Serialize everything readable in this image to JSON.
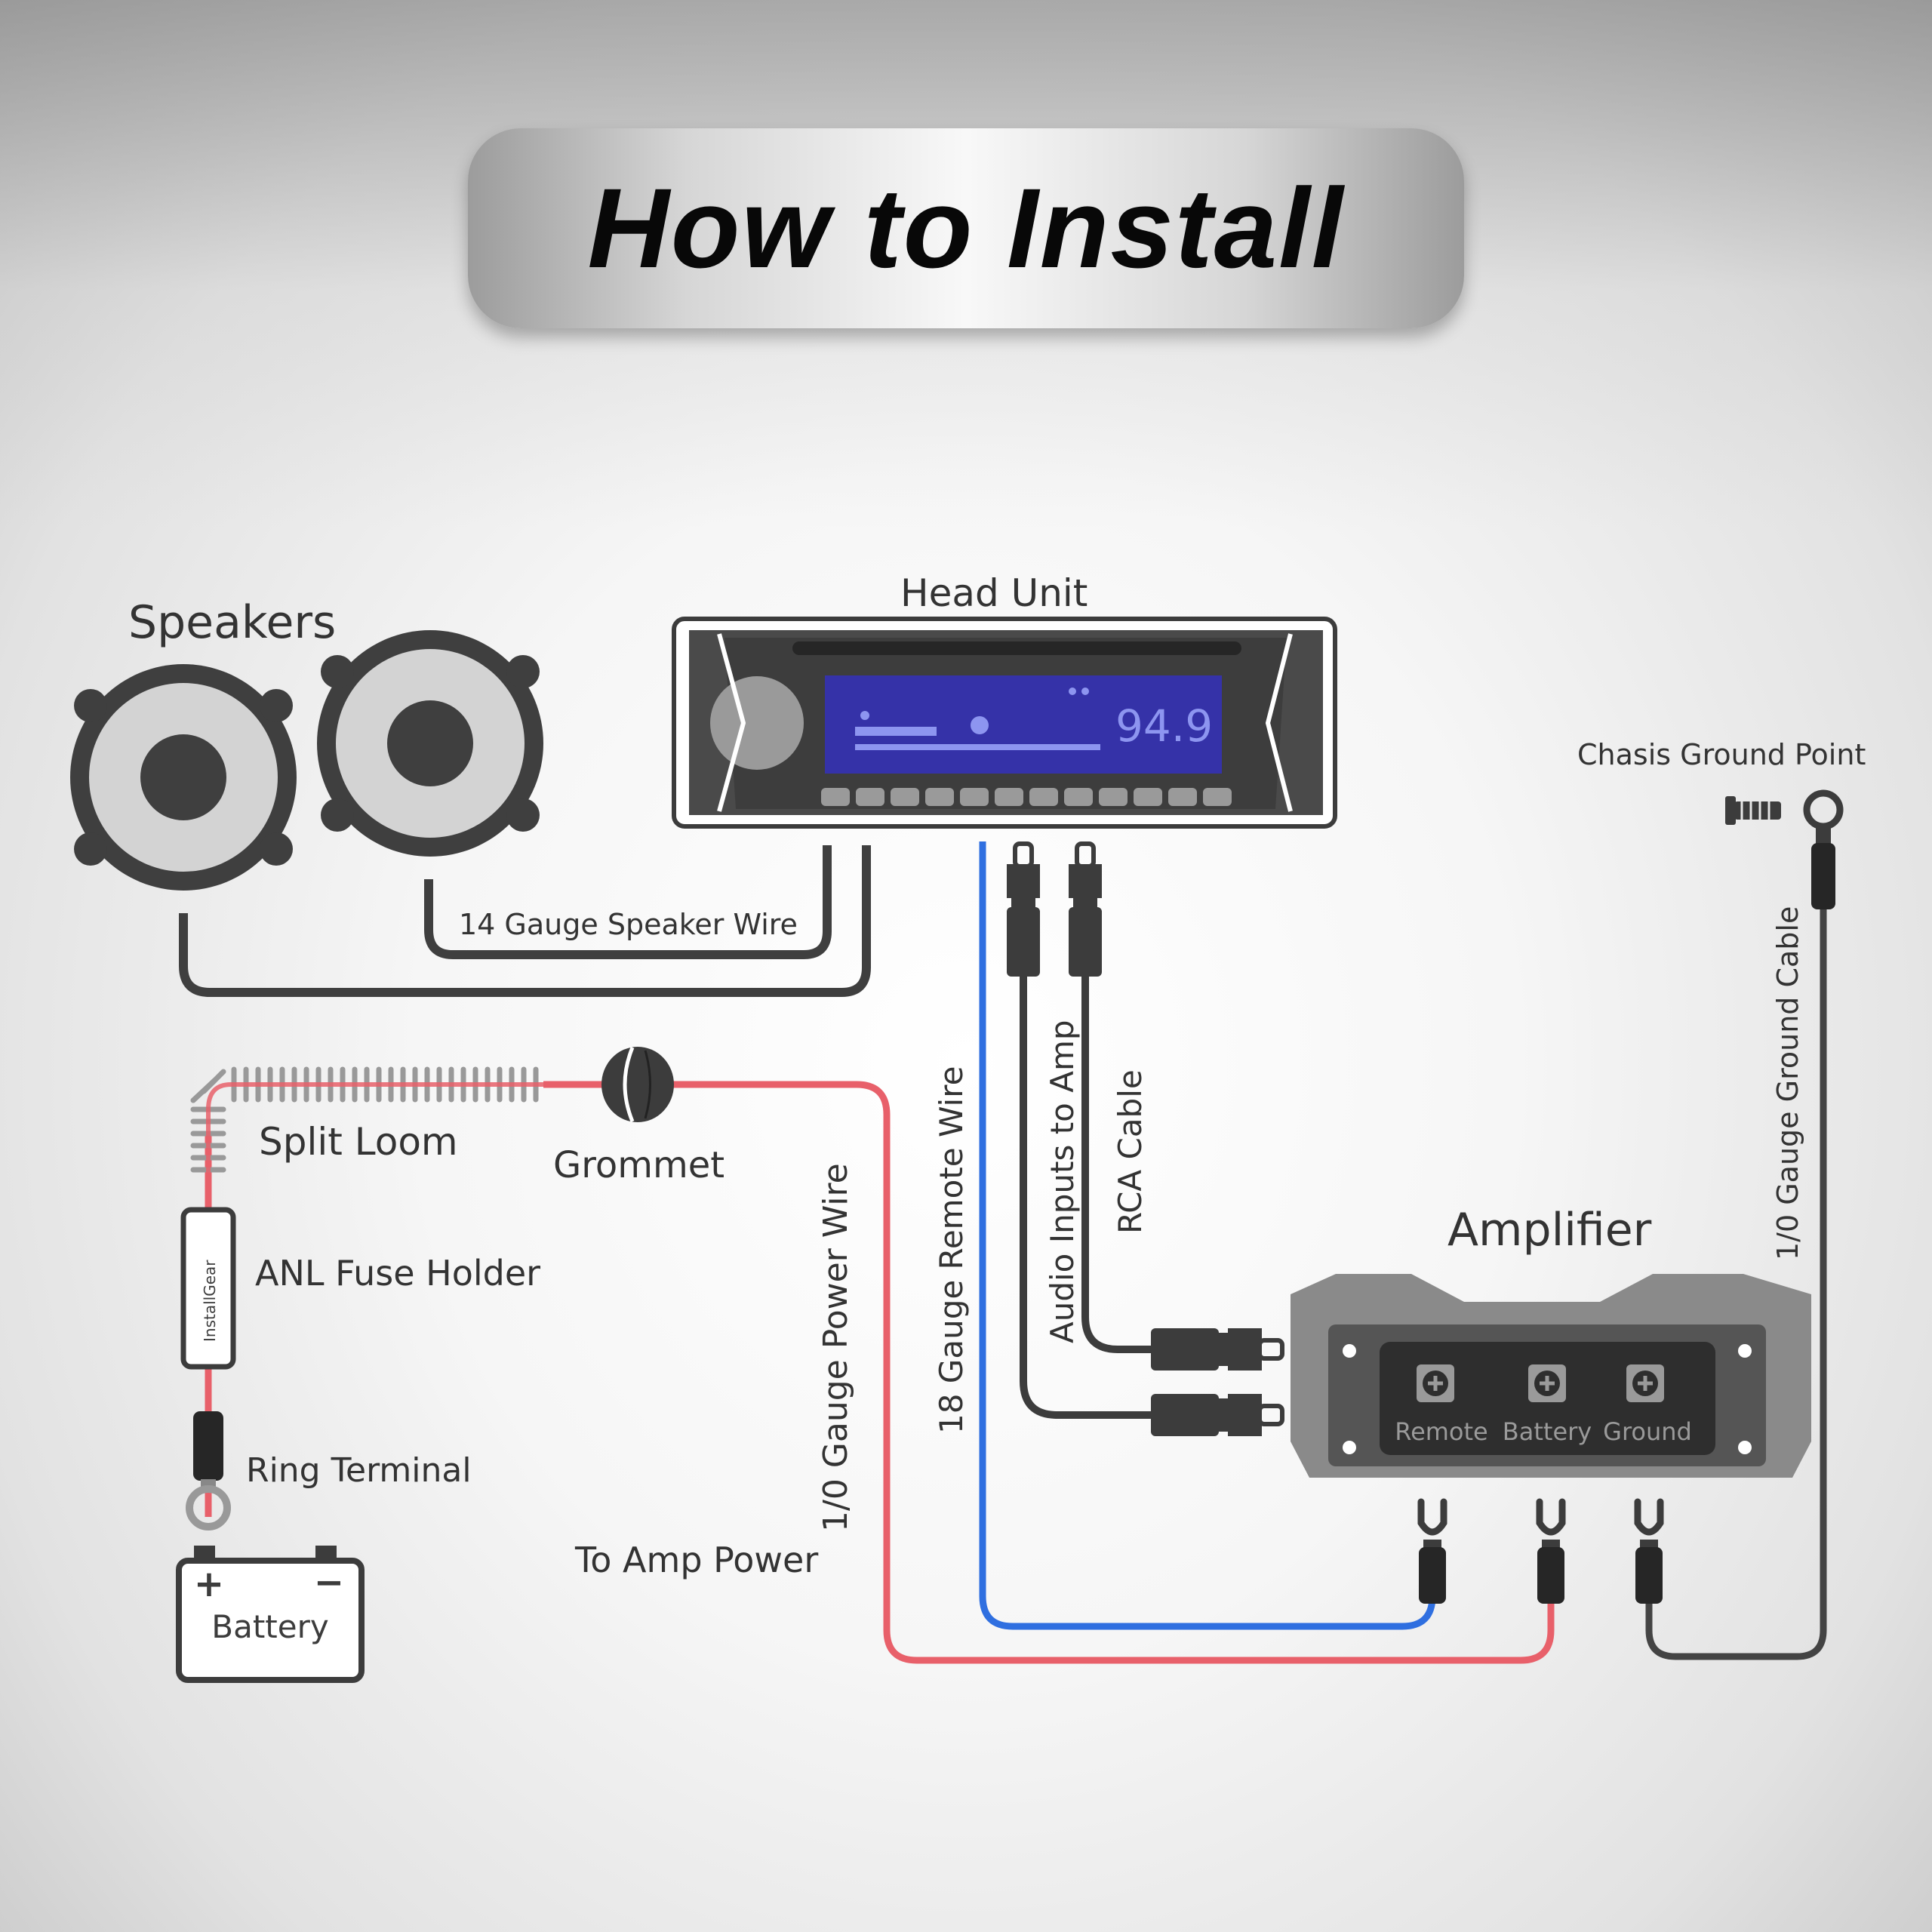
{
  "title": "How to Install",
  "components": {
    "speakers": "Speakers",
    "head_unit": "Head Unit",
    "radio_frequency": "94.9",
    "chassis_ground_point": "Chasis Ground Point",
    "split_loom": "Split Loom",
    "grommet": "Grommet",
    "anl_fuse_holder": "ANL Fuse Holder",
    "fuse_brand": "InstallGear",
    "ring_terminal": "Ring Terminal",
    "battery": "Battery",
    "battery_plus": "+",
    "battery_minus": "−",
    "amplifier": "Amplifier",
    "amp_terminals": [
      "Remote",
      "Battery",
      "Ground"
    ]
  },
  "wires": {
    "speaker_wire": "14 Gauge Speaker Wire",
    "power_wire": "1/0 Gauge Power Wire",
    "remote_wire": "18 Gauge Remote Wire",
    "audio_inputs": "Audio Inputs to Amp",
    "rca_cable": "RCA Cable",
    "ground_cable": "1/0 Gauge Ground Cable",
    "to_amp_power": "To Amp Power"
  },
  "colors": {
    "power_wire": "#e8606a",
    "remote_wire": "#2f6fe0",
    "ground_wire": "#444444",
    "lcd_background": "#3532a8",
    "lcd_text": "#8d95f0",
    "outline": "#3c3c3c"
  }
}
